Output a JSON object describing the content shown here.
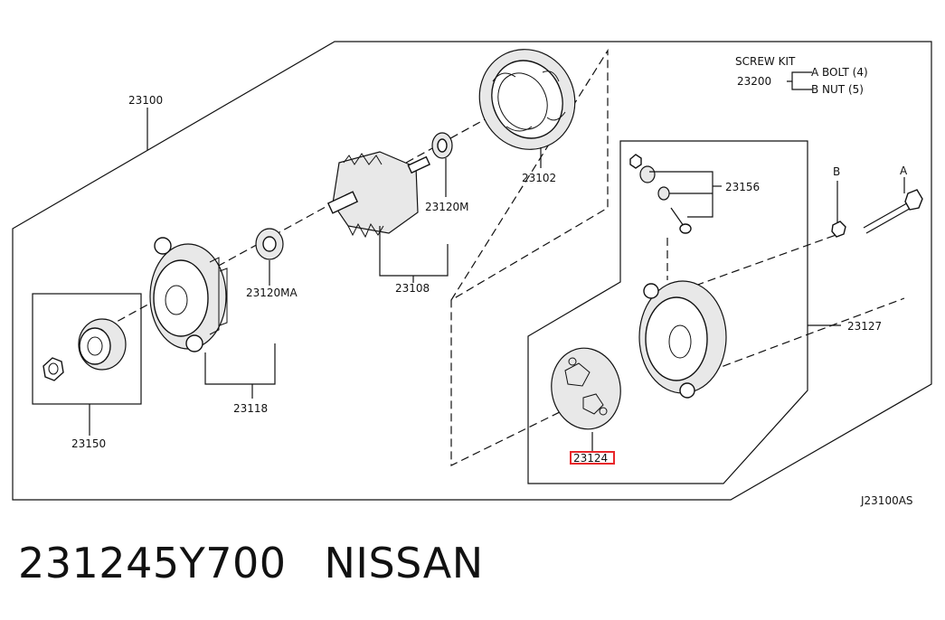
{
  "diagram": {
    "screw_kit": {
      "title": "SCREW KIT",
      "number": "23200",
      "a_item": "A BOLT (4)",
      "b_item": "B NUT  (5)"
    },
    "labels": {
      "p23100": "23100",
      "p23102": "23102",
      "p23120m": "23120M",
      "p23108": "23108",
      "p23120ma": "23120MA",
      "p23118": "23118",
      "p23150": "23150",
      "p23156": "23156",
      "p23127": "23127",
      "p23124": "23124",
      "mark_a": "A",
      "mark_b": "B"
    },
    "code": "J23100AS",
    "highlight_color": "#e8262a"
  },
  "caption": {
    "part_number": "231245Y700",
    "brand": "NISSAN"
  }
}
